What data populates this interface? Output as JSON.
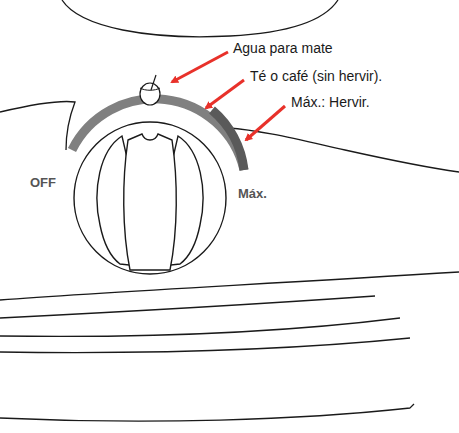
{
  "diagram": {
    "labels": [
      "Agua para mate",
      "Té o café (sin hervir).",
      "Máx.: Hervir.",
      "OFF",
      "Máx."
    ]
  }
}
